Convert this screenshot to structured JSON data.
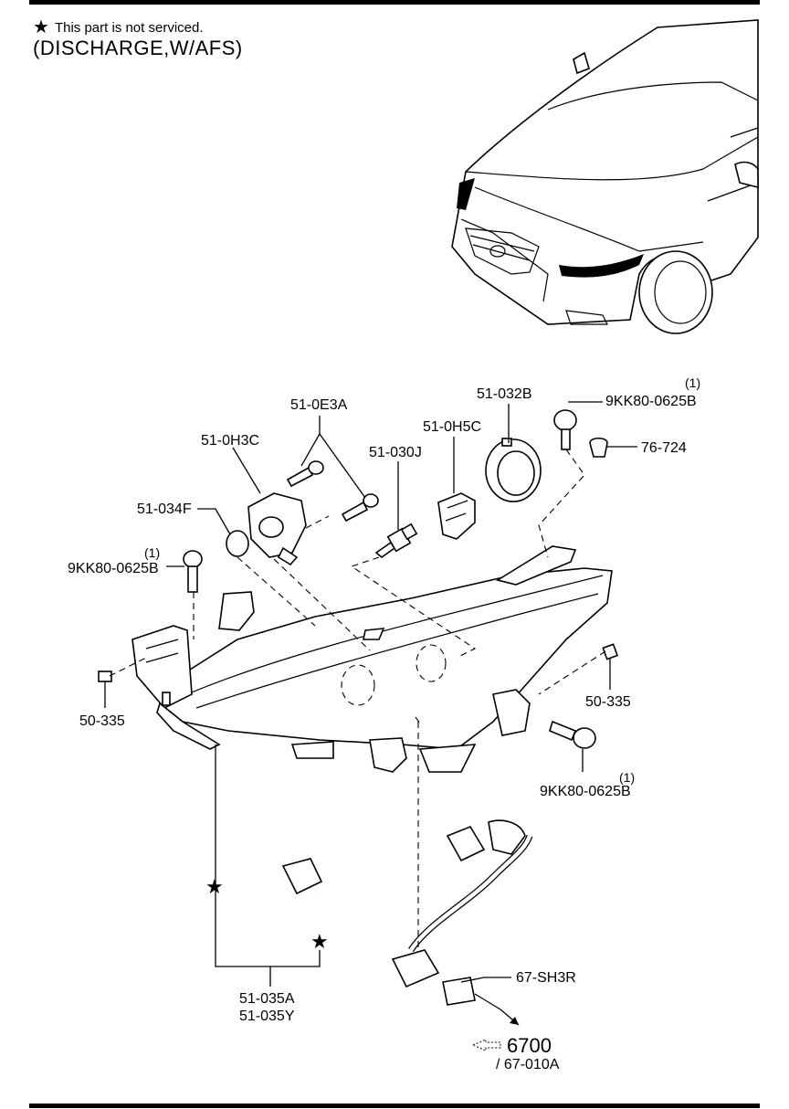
{
  "header": {
    "note_symbol": "★",
    "note_text": "This part is not serviced.",
    "title": "(DISCHARGE,W/AFS)"
  },
  "icons": {
    "not_serviced_marker": "star-icon",
    "reference_arrow": "double-arrow-icon"
  },
  "callouts": {
    "p_51_0E3A": "51-0E3A",
    "p_51_0H3C": "51-0H3C",
    "p_51_032B": "51-032B",
    "p_51_0H5C": "51-0H5C",
    "p_51_030J": "51-030J",
    "p_51_034F": "51-034F",
    "bolt_top_qty": "(1)",
    "bolt_top": "9KK80-0625B",
    "clip_76_724": "76-724",
    "bolt_left_qty": "(1)",
    "bolt_left": "9KK80-0625B",
    "nut_left": "50-335",
    "nut_right": "50-335",
    "bolt_right_qty": "(1)",
    "bolt_right": "9KK80-0625B",
    "headlamp_1": "51-035A",
    "headlamp_2": "51-035Y",
    "ballast_67": "67-SH3R",
    "ref_group": "6700",
    "ref_part": "/ 67-010A"
  }
}
